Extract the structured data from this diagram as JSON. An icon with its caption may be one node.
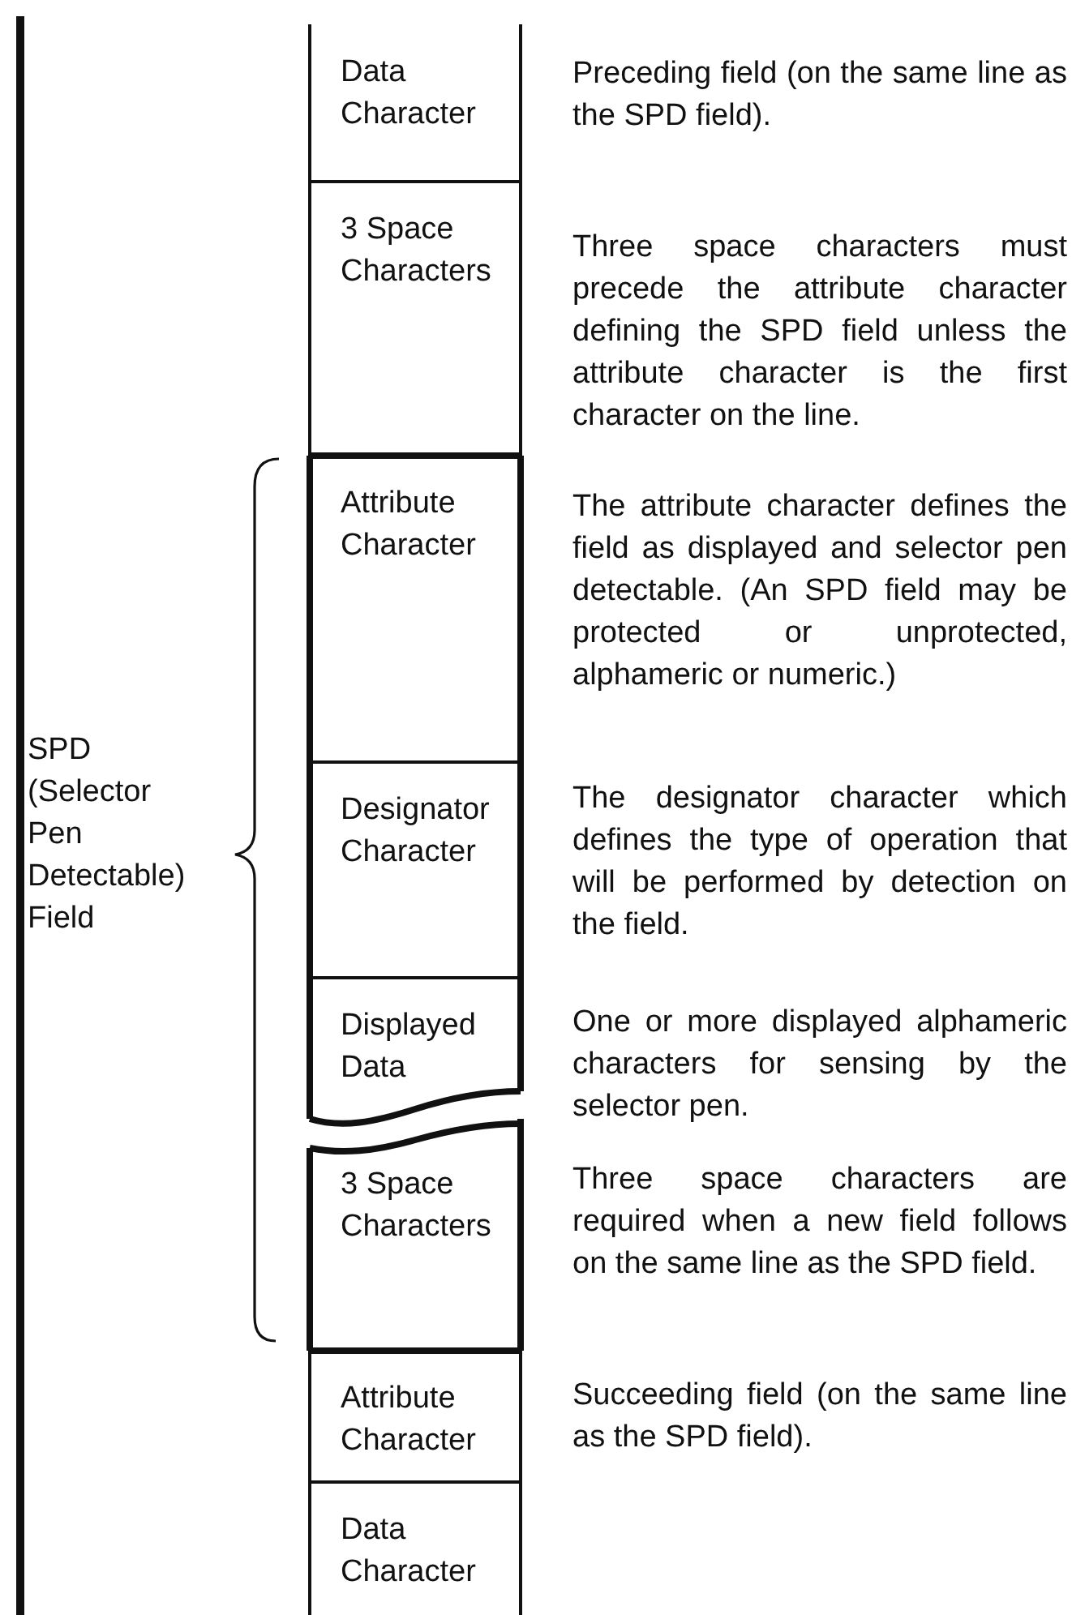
{
  "diagram": {
    "nodes": [
      {
        "text": [
          "Data Character"
        ],
        "beside": [
          "Preceding field (on the same line as the SPD field)."
        ]
      },
      {
        "text": [
          "3 Space Characters"
        ],
        "beside": [
          "Three space characters must precede the attribute character defining the SPD field unless the attribute character is the first character on the line."
        ]
      },
      {
        "text": [
          "Attribute Character"
        ],
        "beside": [
          "The attribute character defines the field as displayed and selector pen detectable. (An SPD field may be protected or unprotected, alphameric or numeric.)"
        ]
      },
      {
        "text": [
          "Designator Character"
        ],
        "beside": [
          "The designator character which defines the type of operation that will be performed by detection on the field."
        ]
      },
      {
        "text": [
          "Displayed Data"
        ],
        "beside": [
          "One or more displayed alphameric characters for sensing by the selector pen."
        ]
      },
      {
        "text": [
          "3 Space Characters"
        ],
        "beside": [
          "Three space characters are required when a new field follows on the same line as the SPD field."
        ]
      },
      {
        "text": [
          "Attribute Character"
        ],
        "beside": [
          "Succeeding field (on the same line as the SPD field)."
        ]
      },
      {
        "text": [
          "Data Character"
        ]
      }
    ],
    "labels": [
      "SPD (Selector Pen Detectable) Field"
    ]
  }
}
